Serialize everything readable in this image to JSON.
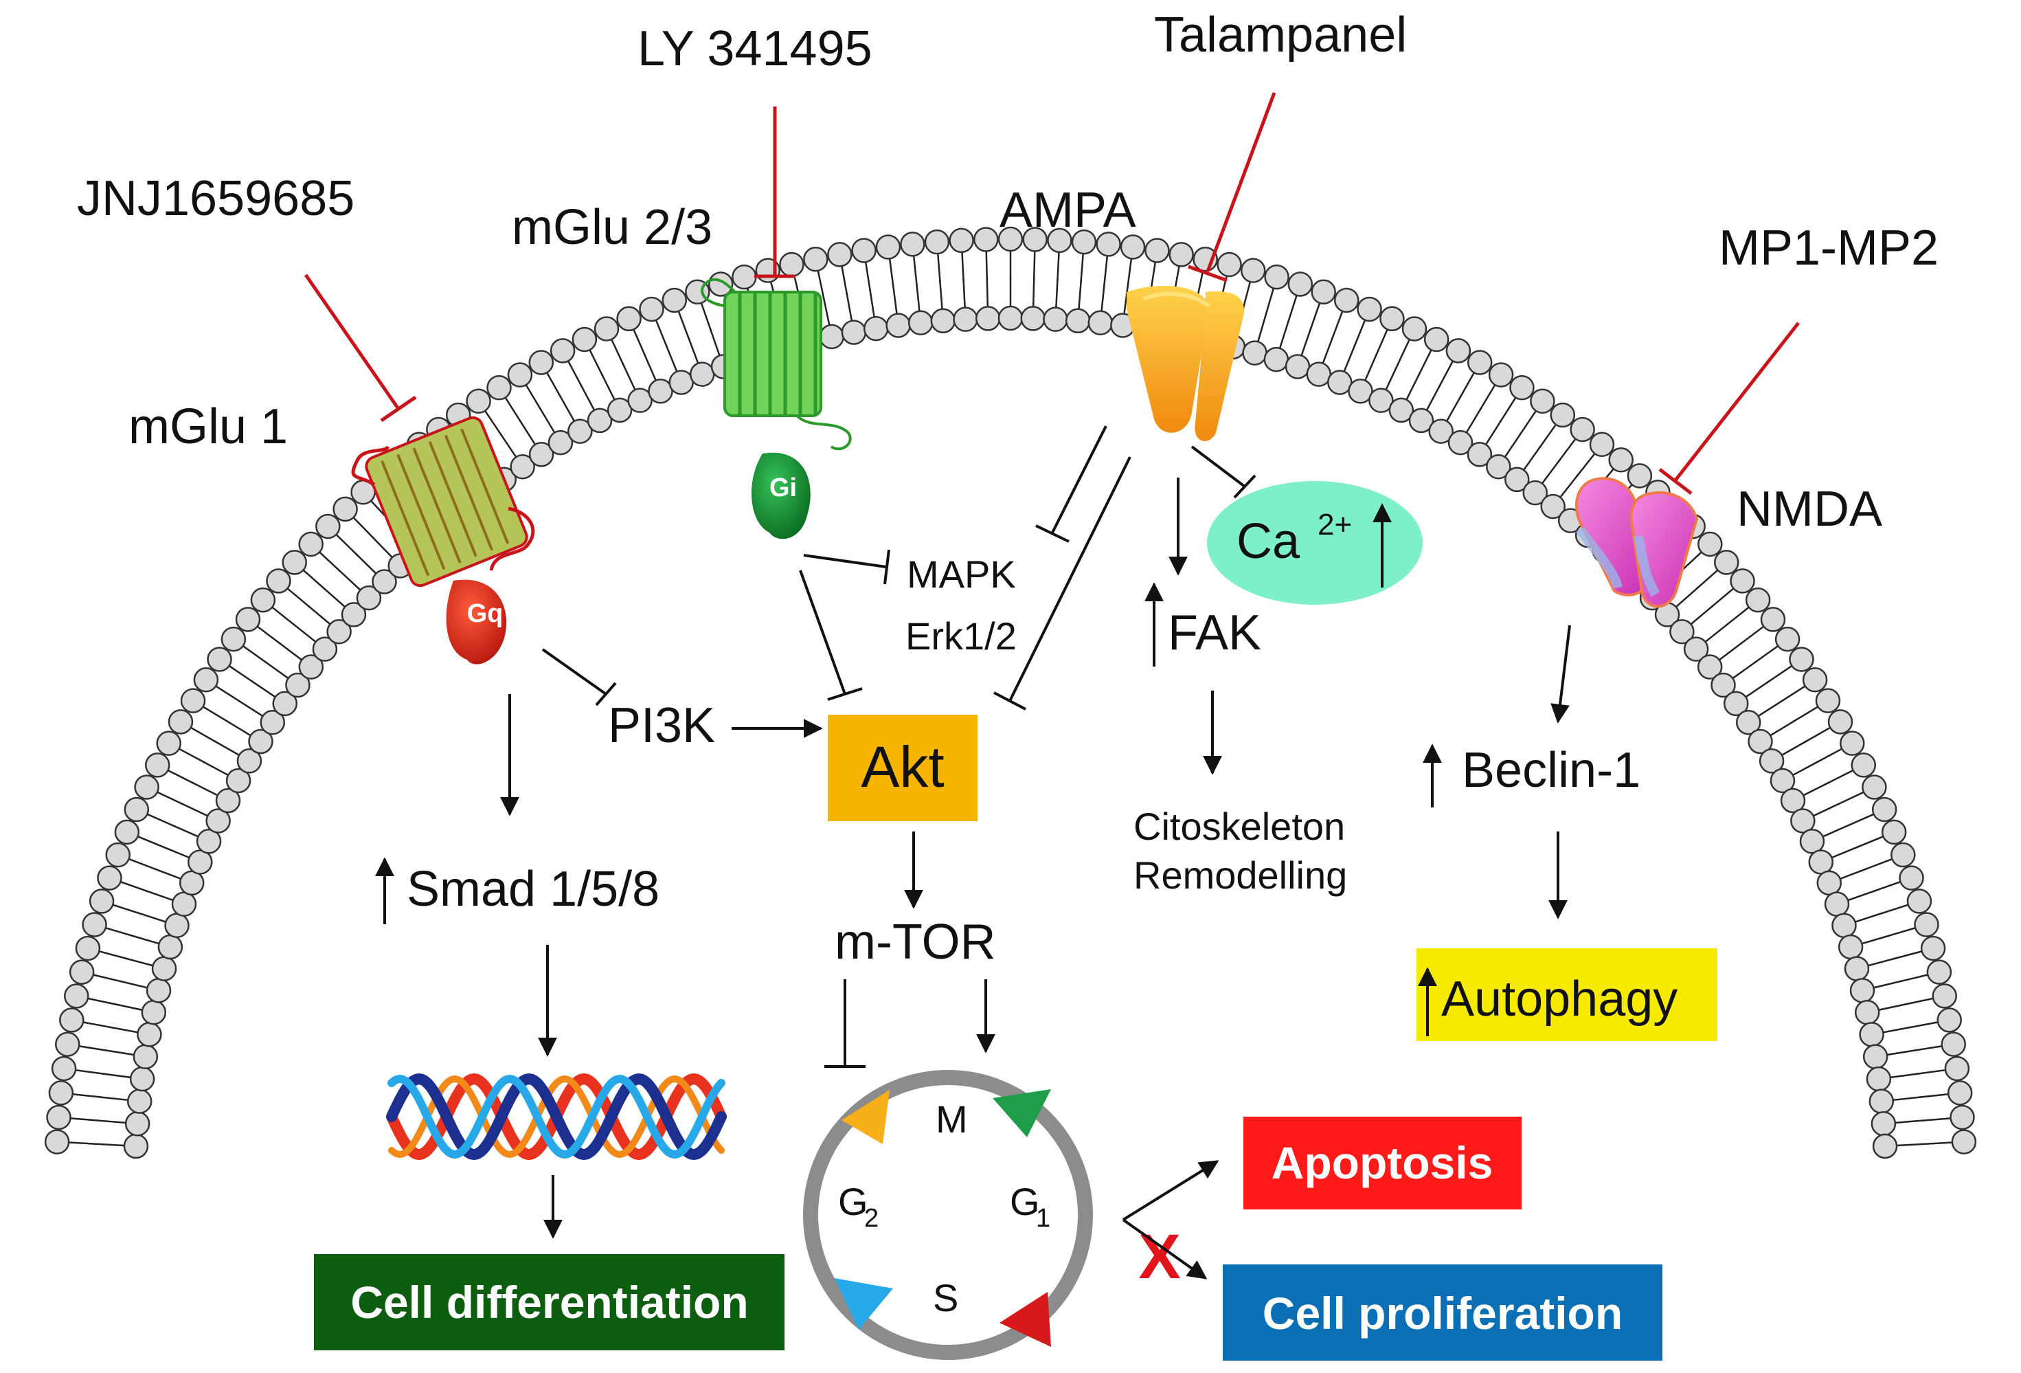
{
  "drugs": {
    "jnj": "JNJ1659685",
    "ly": "LY 341495",
    "talampanel": "Talampanel",
    "mp": "MP1-MP2"
  },
  "receptors": {
    "mglu1": "mGlu 1",
    "mglu23": "mGlu 2/3",
    "ampa": "AMPA",
    "nmda": "NMDA"
  },
  "gproteins": {
    "gq": "Gq",
    "gi": "Gi"
  },
  "nodes": {
    "mapk": "MAPK",
    "erk": "Erk1/2",
    "pi3k": "PI3K",
    "akt": "Akt",
    "mtor": "m-TOR",
    "ca": "Ca",
    "ca_sup": "2+",
    "fak": "FAK",
    "cyto1": "Citoskeleton",
    "cyto2": "Remodelling",
    "beclin": "Beclin-1",
    "smad": "Smad 1/5/8",
    "autophagy": "Autophagy"
  },
  "cell_cycle": {
    "m": "M",
    "g1": "G",
    "g1_sub": "1",
    "s": "S",
    "g2": "G",
    "g2_sub": "2"
  },
  "outcomes": {
    "apoptosis": "Apoptosis",
    "proliferation": "Cell proliferation",
    "differentiation": "Cell differentiation",
    "blocked_mark": "X"
  },
  "colors": {
    "inhibitor_line": "#c8151b",
    "akt_box": "#f7b500",
    "autophagy_box": "#f5ea00",
    "apoptosis_box": "#ff1a1a",
    "proliferation_box": "#0a6fb5",
    "differentiation_box": "#0e5e12",
    "ca_ellipse": "#7ef0c8",
    "gi_protein": "#118a2c",
    "gq_protein": "#e0241c",
    "ampa_channel": "#f7a41a",
    "nmda_channel": "#e94fd0"
  }
}
